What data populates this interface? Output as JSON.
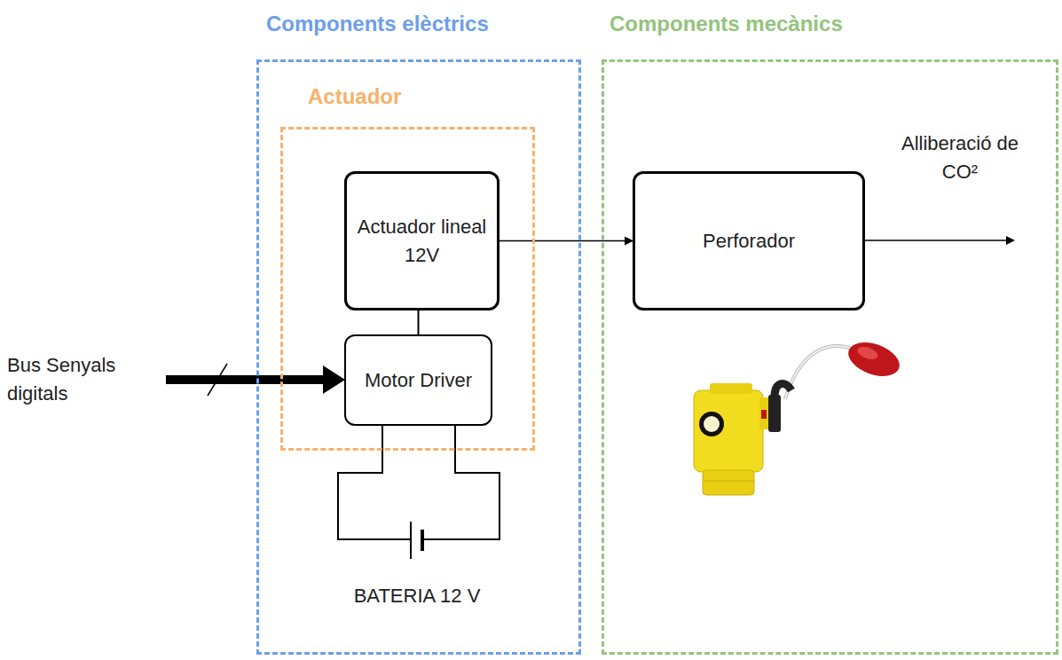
{
  "diagram": {
    "nodes": [
      {
        "text": [
          "Components elèctrics"
        ]
      },
      {
        "text": [
          "Actuador"
        ],
        "in": 0
      },
      {
        "text": [
          "Actuador lineal 12V"
        ],
        "in": 1
      },
      {
        "text": [
          "Motor Driver"
        ],
        "in": 1
      },
      {
        "text": [
          "Components mecànics"
        ]
      },
      {
        "text": [
          "Perforador"
        ],
        "in": 4
      }
    ],
    "edges": [
      {
        "from": 2,
        "to": 5,
        "arrow": "to"
      },
      {
        "from": 2,
        "to": 3,
        "arrow": "none"
      }
    ],
    "labels": [
      "Bus Senyals digitals",
      "BATERIA 12 V",
      "Alliberació de CO²"
    ]
  }
}
